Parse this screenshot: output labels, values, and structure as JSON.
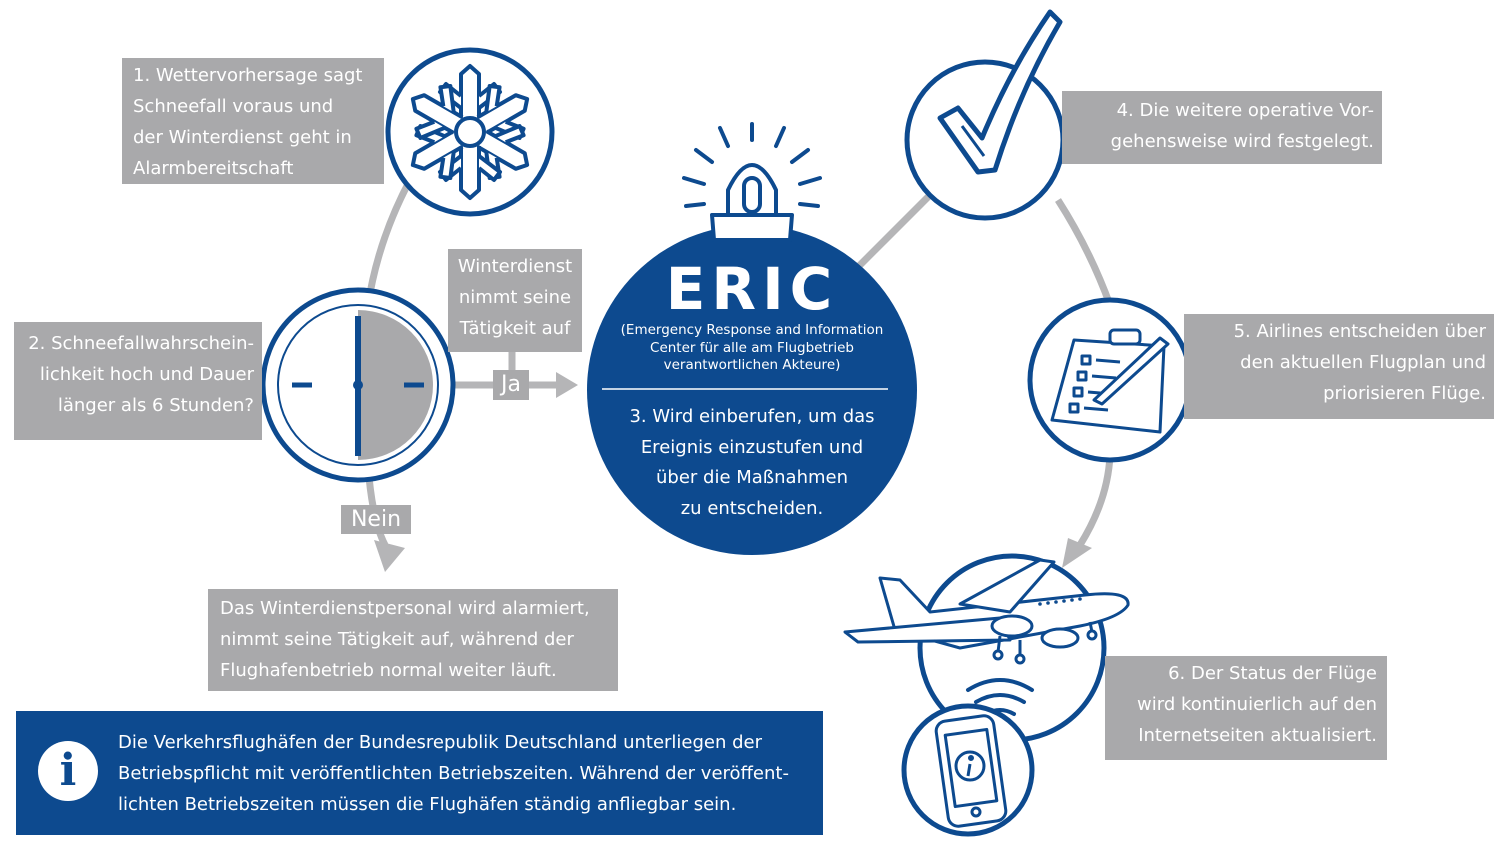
{
  "step1": {
    "lines": [
      "1. Wettervorhersage sagt",
      "Schneefall voraus und",
      "der Winterdienst geht in",
      "Alarmbereitschaft"
    ]
  },
  "step2": {
    "lines": [
      "2. Schneefallwahrschein-",
      "lichkeit hoch und Dauer",
      "länger als 6 Stunden?"
    ]
  },
  "winterdienst": {
    "lines": [
      "Winterdienst",
      "nimmt seine",
      "Tätigkeit auf"
    ]
  },
  "ja_label": "Ja",
  "nein_label": "Nein",
  "alarm": {
    "lines": [
      "Das Winterdienstpersonal wird alarmiert,",
      "nimmt seine Tätigkeit auf, während der",
      "Flughafenbetrieb normal weiter läuft."
    ]
  },
  "eric": {
    "title": "ERIC",
    "subtitle_lines": [
      "(Emergency Response and Information",
      "Center für alle am Flugbetrieb",
      "verantwortlichen Akteure)"
    ],
    "step3_lines": [
      "3. Wird einberufen, um das",
      "Ereignis einzustufen und",
      "über die Maßnahmen",
      "zu entscheiden."
    ]
  },
  "step4": {
    "lines": [
      "4. Die weitere operative Vor-",
      "gehensweise wird festgelegt."
    ]
  },
  "step5": {
    "lines": [
      "5. Airlines entscheiden über",
      "den aktuellen Flugplan und",
      "priorisieren Flüge."
    ]
  },
  "step6": {
    "lines": [
      "6. Der Status der Flüge",
      "wird kontinuierlich auf den",
      "Internetseiten aktualisiert."
    ]
  },
  "info": {
    "icon": "info-icon",
    "lines": [
      "Die Verkehrsflughäfen der Bundesrepublik Deutschland unterliegen der",
      "Betriebspflicht mit veröffentlichten Betriebszeiten. Während der veröffent-",
      "lichten Betriebszeiten müssen die Flughäfen ständig anfliegbar sein."
    ]
  },
  "icons": [
    "snowflake-icon",
    "clock-icon",
    "siren-light-icon",
    "checkmark-icon",
    "clipboard-icon",
    "airplane-icon",
    "smartphone-info-icon"
  ],
  "colors": {
    "blue": "#0d4a8f",
    "grey": "#a9a9ab",
    "connector": "#b5b5b7"
  }
}
